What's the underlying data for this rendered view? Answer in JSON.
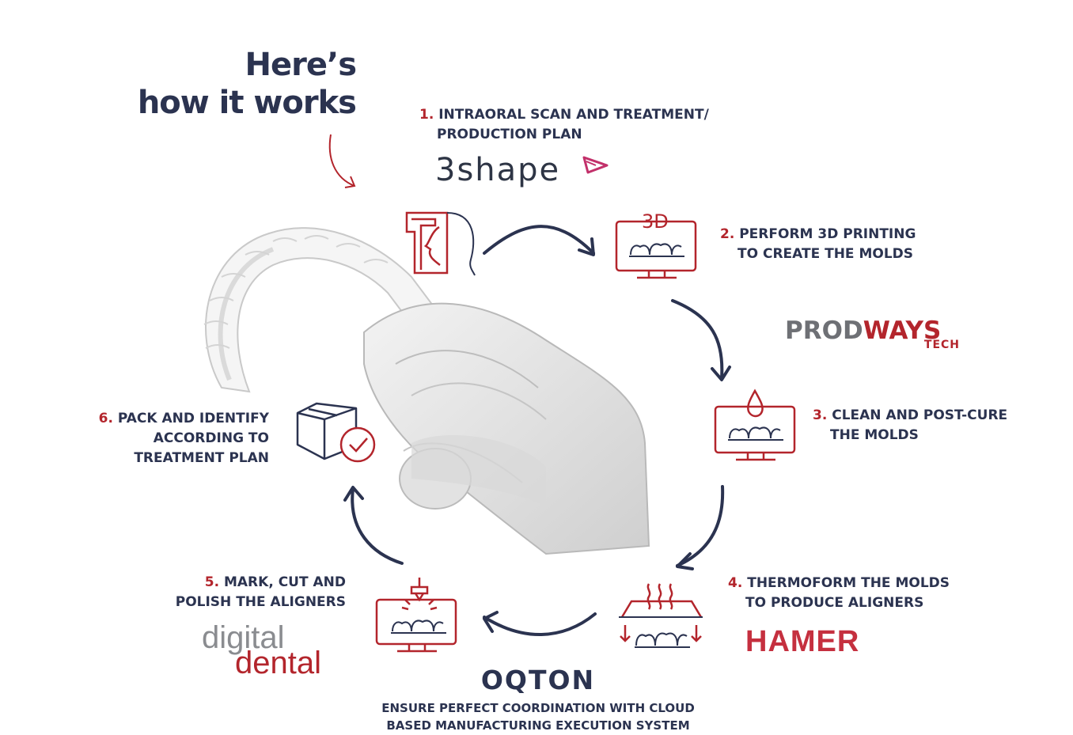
{
  "headline": {
    "line1": "Here’s",
    "line2": "how it works"
  },
  "steps": [
    {
      "num": "1.",
      "line1": "INTRAORAL SCAN AND TREATMENT/",
      "line2": "PRODUCTION PLAN"
    },
    {
      "num": "2.",
      "line1": "PERFORM 3D PRINTING",
      "line2": "TO CREATE THE MOLDS"
    },
    {
      "num": "3.",
      "line1": "CLEAN AND POST-CURE",
      "line2": "THE MOLDS"
    },
    {
      "num": "4.",
      "line1": "THERMOFORM THE MOLDS",
      "line2": "TO PRODUCE ALIGNERS"
    },
    {
      "num": "5.",
      "line1": "MARK, CUT AND",
      "line2": "POLISH THE ALIGNERS"
    },
    {
      "num": "6.",
      "line1": "PACK AND IDENTIFY",
      "line2": "ACCORDING TO",
      "line3": "TREATMENT PLAN"
    }
  ],
  "footer": {
    "line1": "ENSURE PERFECT COORDINATION WITH CLOUD",
    "line2": "BASED MANUFACTURING EXECUTION SYSTEM"
  },
  "logos": {
    "threeshape": "3shape",
    "prodways_a": "PROD",
    "prodways_b": "WAYS",
    "prodways_tech": "TECH",
    "hamer": "HAMER",
    "oqton": "OQTON",
    "digital": "digital",
    "dental": "dental"
  },
  "icon_3d_label": "3D",
  "colors": {
    "navy": "#2b3350",
    "red": "#b3252c",
    "gray": "#777a80"
  }
}
